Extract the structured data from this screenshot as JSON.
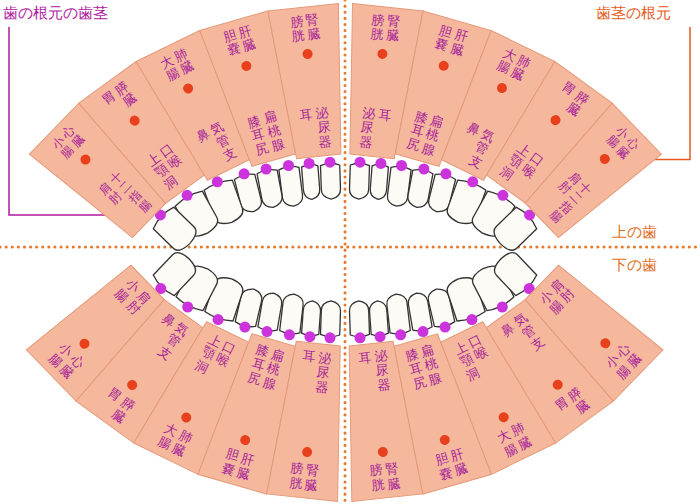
{
  "diagram": {
    "nodes": [
      {
        "text": [
          "心臓",
          "小腸",
          "十二指腸",
          "肩肘"
        ]
      },
      {
        "text": [
          "膵臓",
          "胃",
          "口喉",
          "上顎洞"
        ]
      },
      {
        "text": [
          "肺臓",
          "大腸",
          "気管支",
          "鼻"
        ]
      },
      {
        "text": [
          "肝臓",
          "胆嚢",
          "扁桃腺",
          "膝耳尻"
        ]
      },
      {
        "text": [
          "腎臓",
          "膀胱",
          "泌尿器",
          "耳"
        ]
      },
      {
        "text": [
          "腎臓",
          "膀胱",
          "耳",
          "泌尿器"
        ]
      },
      {
        "text": [
          "肝臓",
          "胆嚢",
          "扁桃腺",
          "膝耳尻"
        ]
      },
      {
        "text": [
          "肺臓",
          "大腸",
          "気管支",
          "鼻"
        ]
      },
      {
        "text": [
          "膵臓",
          "胃",
          "口喉",
          "上顎洞"
        ]
      },
      {
        "text": [
          "心臓",
          "小腸",
          "十二指腸",
          "肩肘"
        ]
      },
      {
        "text": [
          "心臓",
          "小腸",
          "肩肘",
          "小腸"
        ]
      },
      {
        "text": [
          "膵臓",
          "胃",
          "気管支",
          "鼻"
        ]
      },
      {
        "text": [
          "肺臓",
          "大腸",
          "口喉",
          "上顎洞"
        ]
      },
      {
        "text": [
          "肝臓",
          "胆嚢",
          "扁桃腺",
          "膝耳尻"
        ]
      },
      {
        "text": [
          "腎臓",
          "膀胱",
          "泌尿器",
          "耳"
        ]
      },
      {
        "text": [
          "腎臓",
          "膀胱",
          "泌尿器",
          "耳"
        ]
      },
      {
        "text": [
          "肝臓",
          "胆嚢",
          "扁桃腺",
          "膝耳尻"
        ]
      },
      {
        "text": [
          "肺臓",
          "大腸",
          "口喉",
          "上顎洞"
        ]
      },
      {
        "text": [
          "膵臓",
          "胃",
          "気管支",
          "鼻"
        ]
      },
      {
        "text": [
          "心臓",
          "小腸",
          "肩肘",
          "小腸"
        ]
      }
    ],
    "labels": [
      "歯の根元の歯茎",
      "歯茎の根元",
      "上の歯",
      "下の歯"
    ]
  }
}
